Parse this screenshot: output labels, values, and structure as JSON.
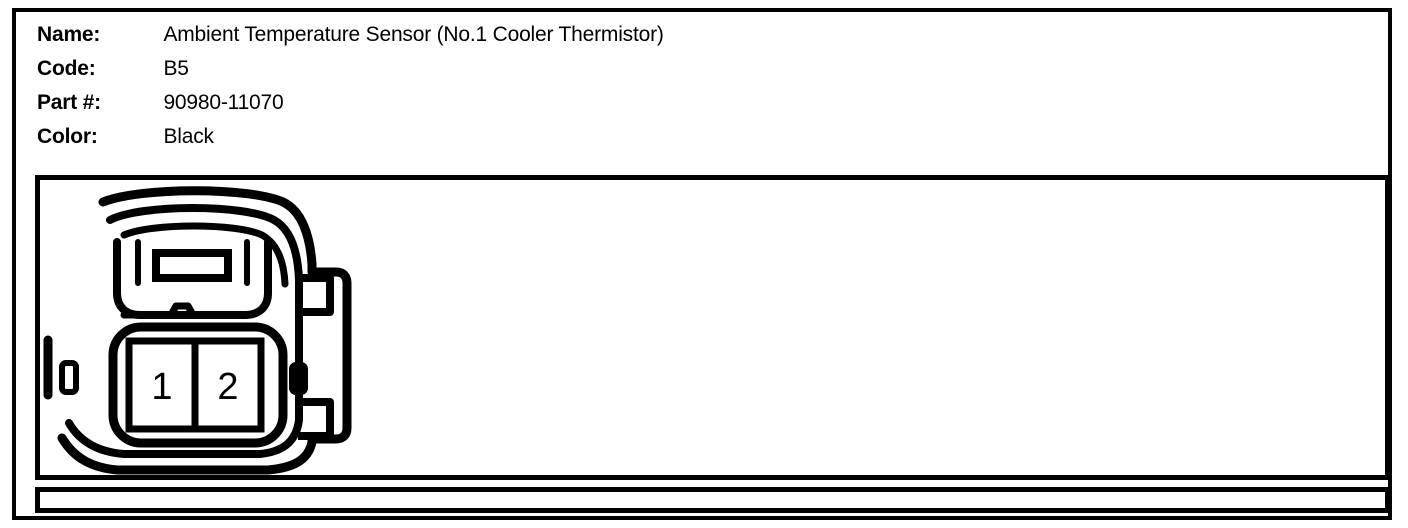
{
  "card": {
    "fields": [
      {
        "label": "Name:",
        "value": "Ambient Temperature Sensor (No.1 Cooler Thermistor)"
      },
      {
        "label": "Code:",
        "value": "B5"
      },
      {
        "label": "Part #:",
        "value": "90980-11070"
      },
      {
        "label": "Color:",
        "value": "Black"
      }
    ]
  },
  "diagram": {
    "type": "connector-face-view",
    "cavity_count": 2,
    "pins": [
      {
        "number": "1"
      },
      {
        "number": "2"
      }
    ],
    "colors": {
      "line": "#000000",
      "background": "#ffffff"
    }
  }
}
